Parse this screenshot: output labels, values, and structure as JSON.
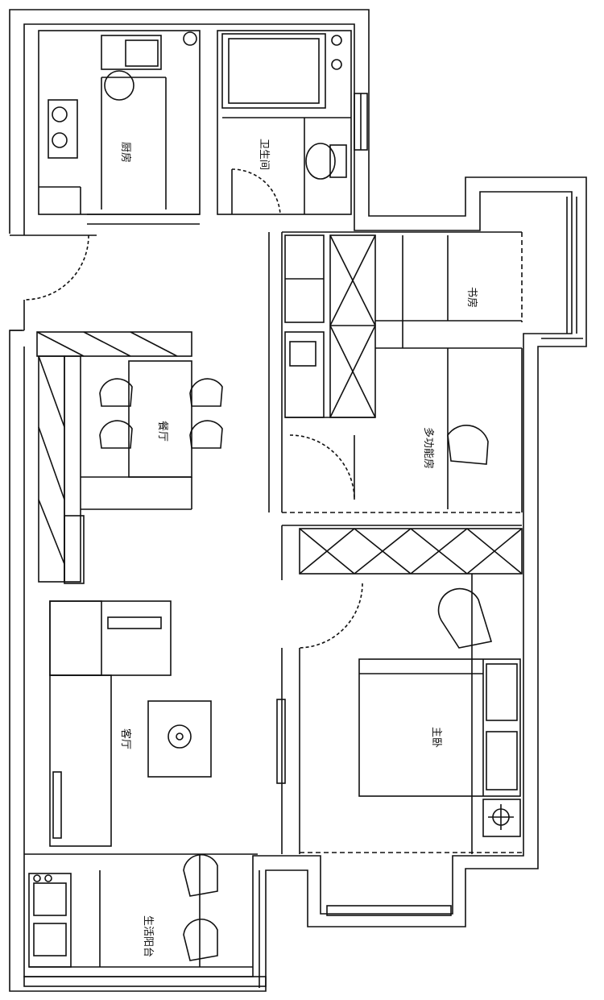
{
  "rooms": {
    "kitchen": "厨房",
    "bathroom": "卫生间",
    "study_top": "书房",
    "study_multi": "多功能房",
    "dining": "餐厅",
    "living": "客厅",
    "master_bedroom": "主卧",
    "balcony_work": "生活阳台"
  },
  "colors": {
    "line": "#111111",
    "dashed": "#333333",
    "background": "#ffffff"
  }
}
